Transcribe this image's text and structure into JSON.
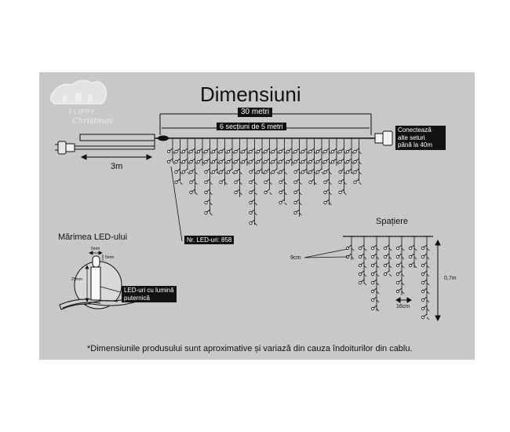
{
  "brand": {
    "logo_text_top": "FLIPPY",
    "logo_text_bottom": "Christmas"
  },
  "title": "Dimensiuni",
  "labels": {
    "total_length": "30 metri",
    "sections": "6 secțiuni de 5 metri",
    "connect": [
      "Conectează",
      "alte seturi",
      "până la 40m"
    ],
    "cable_length": "3m",
    "led_count": "Nr. LED-uri: 858",
    "spacing_title": "Spațiere",
    "spacing_vertical": "9cm",
    "spacing_horizontal": "16cm",
    "drop_height": "0,7m",
    "led_size_title": "Mărimea LED-ului",
    "led_width": "5mm",
    "led_tip": "5mm",
    "led_height": "25mm",
    "led_type": [
      "LED-uri cu lumină",
      "puternică"
    ],
    "disclaimer": "*Dimensiunile produsului sunt aproximative și variază din cauza îndoiturilor din cablu."
  },
  "colors": {
    "panel": "#c8c8c8",
    "line": "#111111",
    "label_box": "#111111"
  }
}
